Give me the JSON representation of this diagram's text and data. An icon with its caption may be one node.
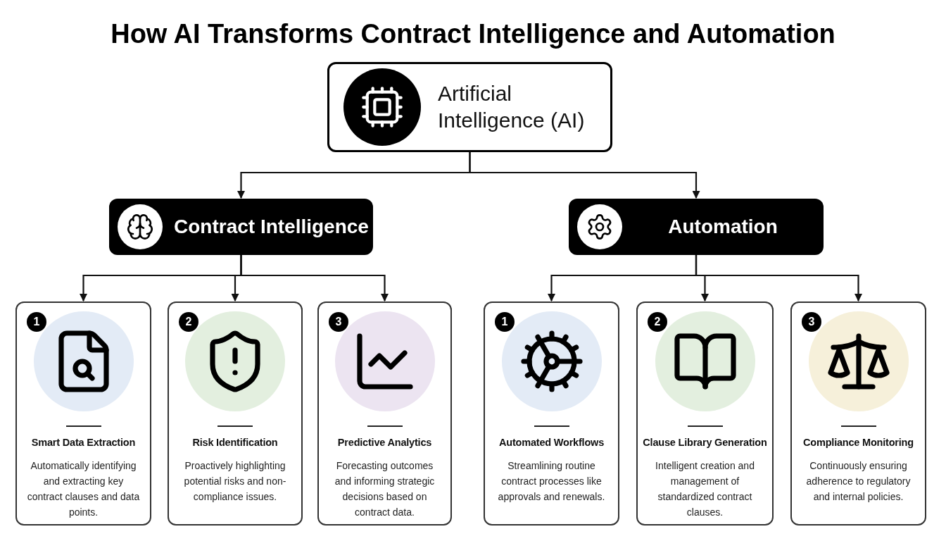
{
  "diagram": {
    "title": "How AI Transforms Contract Intelligence and Automation",
    "nodes": [
      {
        "text": [
          "Artificial Intelligence (AI)"
        ]
      },
      {
        "text": [
          "Contract Intelligence"
        ]
      },
      {
        "text": [
          "Automation"
        ]
      },
      {
        "text": [
          "1",
          "Smart Data Extraction",
          "Automatically identifying and extracting key contract clauses and data points."
        ]
      },
      {
        "text": [
          "2",
          "Risk Identification",
          "Proactively highlighting potential risks and non-compliance issues."
        ]
      },
      {
        "text": [
          "3",
          "Predictive Analytics",
          "Forecasting outcomes and informing strategic decisions based on contract data."
        ]
      },
      {
        "text": [
          "1",
          "Automated Workflows",
          "Streamlining routine contract processes like approvals and renewals."
        ]
      },
      {
        "text": [
          "2",
          "Clause Library Generation",
          "Intelligent creation and management of standardized contract clauses."
        ]
      },
      {
        "text": [
          "3",
          "Compliance Monitoring",
          "Continuously ensuring adherence to regulatory and internal policies."
        ]
      }
    ],
    "edges": [
      {
        "from": 0,
        "to": 1,
        "arrow": "to"
      },
      {
        "from": 0,
        "to": 2,
        "arrow": "to"
      },
      {
        "from": 1,
        "to": 3,
        "arrow": "to"
      },
      {
        "from": 1,
        "to": 4,
        "arrow": "to"
      },
      {
        "from": 1,
        "to": 5,
        "arrow": "to"
      },
      {
        "from": 2,
        "to": 6,
        "arrow": "to"
      },
      {
        "from": 2,
        "to": 7,
        "arrow": "to"
      },
      {
        "from": 2,
        "to": 8,
        "arrow": "to"
      }
    ]
  }
}
